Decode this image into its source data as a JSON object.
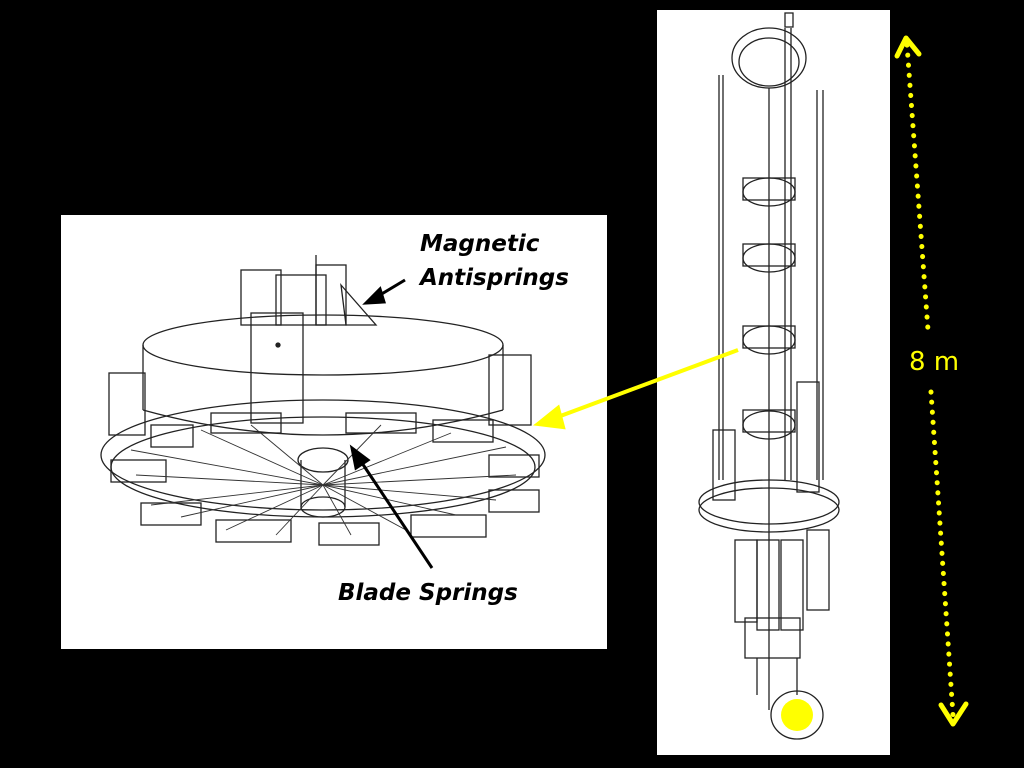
{
  "labels": {
    "magnetic": "Magnetic",
    "antisprings": "Antisprings",
    "blade_springs": "Blade Springs",
    "height": "8 m"
  },
  "colors": {
    "background": "#000000",
    "panel": "#ffffff",
    "annotation": "#ffff00",
    "drawing": "#000000"
  },
  "icons": [
    "blade-spring-filter-drawing",
    "superattenuator-tower-drawing",
    "dimension-arrow-icon",
    "mirror-dot-icon"
  ]
}
